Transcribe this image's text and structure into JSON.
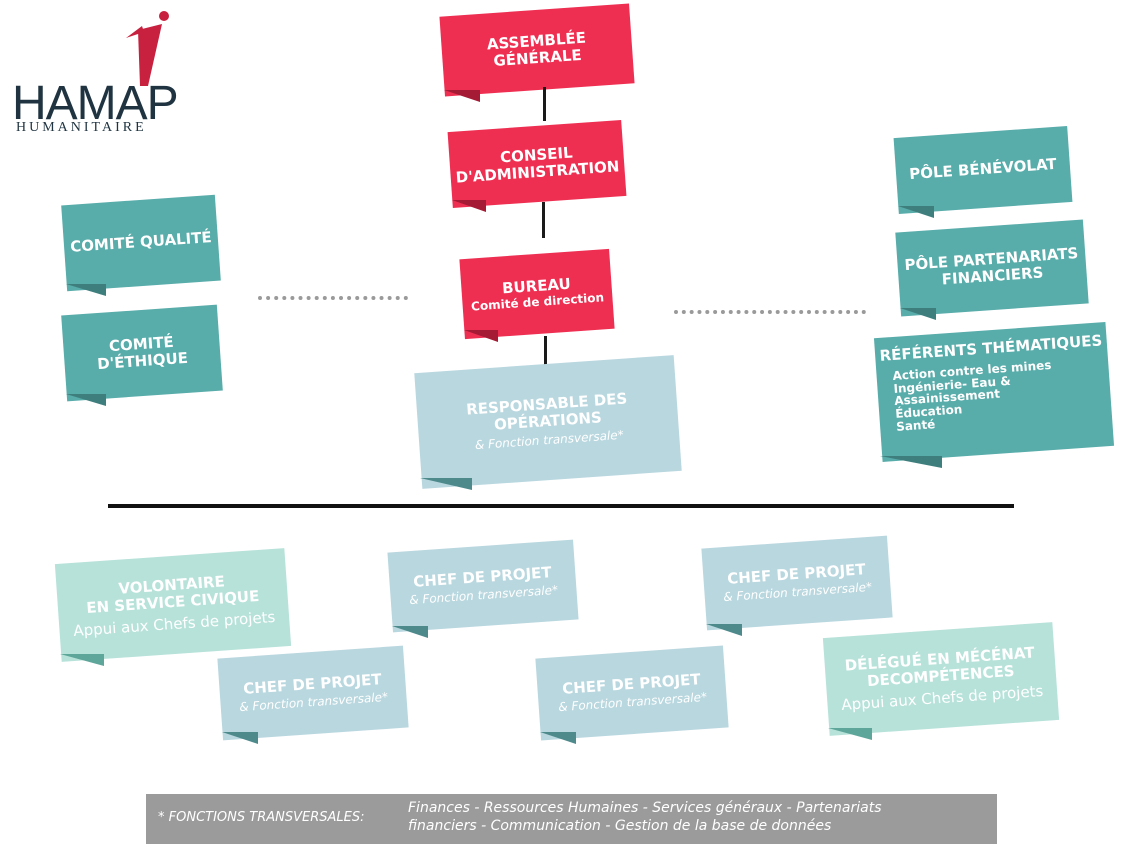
{
  "logo": {
    "name": "HAMAP",
    "subtitle": "HUMANITAIRE"
  },
  "governance": {
    "assemblee": "ASSEMBLÉE GÉNÉRALE",
    "conseil_line1": "CONSEIL",
    "conseil_line2": "D'ADMINISTRATION",
    "bureau_title": "BUREAU",
    "bureau_sub": "Comité de direction",
    "responsable_title": "RESPONSABLE DES OPÉRATIONS",
    "responsable_sub": "& Fonction transversale*"
  },
  "left": {
    "qualite": "COMITÉ QUALITÉ",
    "ethique": "COMITÉ D'ÉTHIQUE"
  },
  "right": {
    "benevolat": "PÔLE BÉNÉVOLAT",
    "partenariats_line1": "PÔLE PARTENARIATS",
    "partenariats_line2": "FINANCIERS",
    "referents_title": "RÉFÉRENTS THÉMATIQUES",
    "referents_items": [
      "Action contre les mines",
      "Ingénierie- Eau & Assainissement",
      "Éducation",
      "Santé"
    ]
  },
  "operations": {
    "volontaire_line1": "VOLONTAIRE",
    "volontaire_line2": "EN SERVICE CIVIQUE",
    "volontaire_sub": "Appui aux Chefs de projets",
    "chef_title": "CHEF DE PROJET",
    "chef_sub": "& Fonction transversale*",
    "delegue_line1": "DÉLÉGUÉ EN MÉCÉNAT",
    "delegue_line2": "DECOMPÉTENCES",
    "delegue_sub": "Appui aux Chefs de projets"
  },
  "footer": {
    "label": "* FONCTIONS TRANSVERSALES:",
    "line1": "Finances - Ressources Humaines  -   Services généraux - Partenariats",
    "line2": "financiers - Communication  -  Gestion de la base de données"
  },
  "colors": {
    "red": "#ee2f52",
    "teal": "#58acaa",
    "light_blue": "#b9d7df",
    "mint": "#b7e2d9",
    "footer_gray": "#9b9b9b",
    "logo_navy": "#1f3340"
  }
}
